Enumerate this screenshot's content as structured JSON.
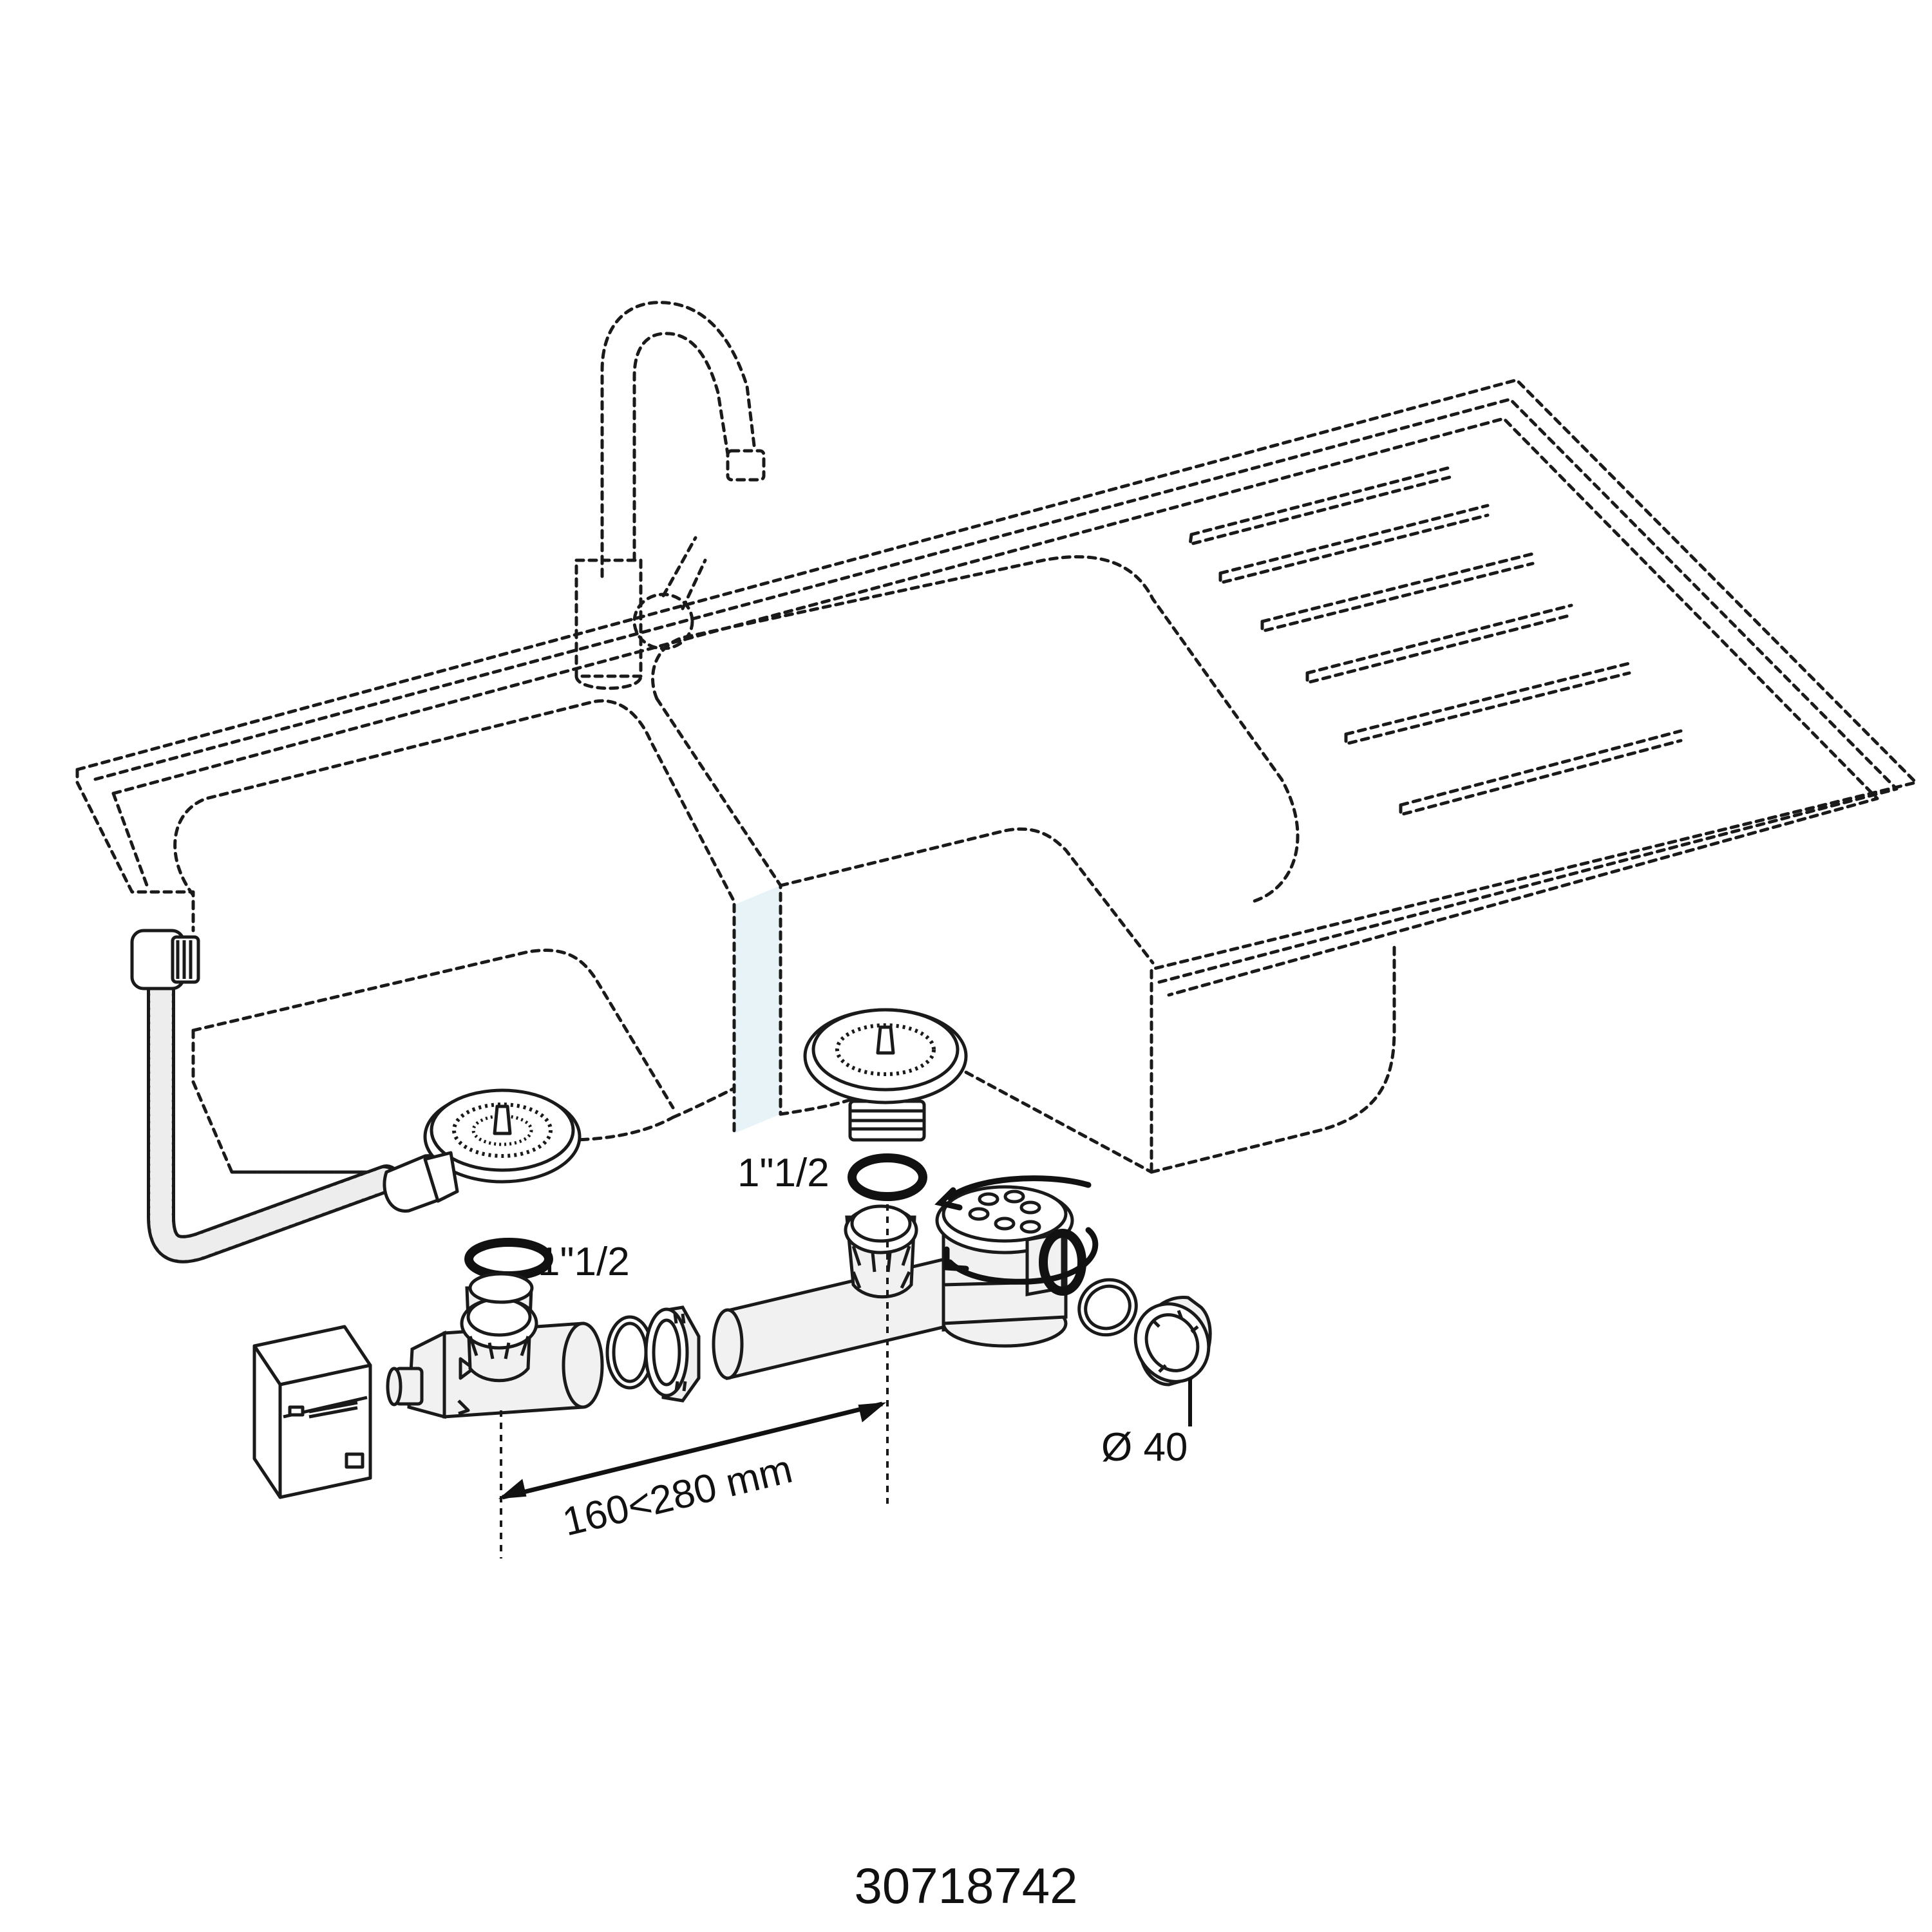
{
  "diagram": {
    "labels": {
      "thread_left": "1\"1/2",
      "thread_right": "1\"1/2",
      "diameter": "Ø 40",
      "distance": "160<280 mm",
      "product_code": "30718742"
    },
    "colors": {
      "line": "#1a1a1a",
      "highlight_band": "#e8f3f8",
      "part_fill": "#f1f1f1"
    },
    "icons": [
      "washing-machine-icon",
      "rotate-arrow-icon"
    ]
  }
}
